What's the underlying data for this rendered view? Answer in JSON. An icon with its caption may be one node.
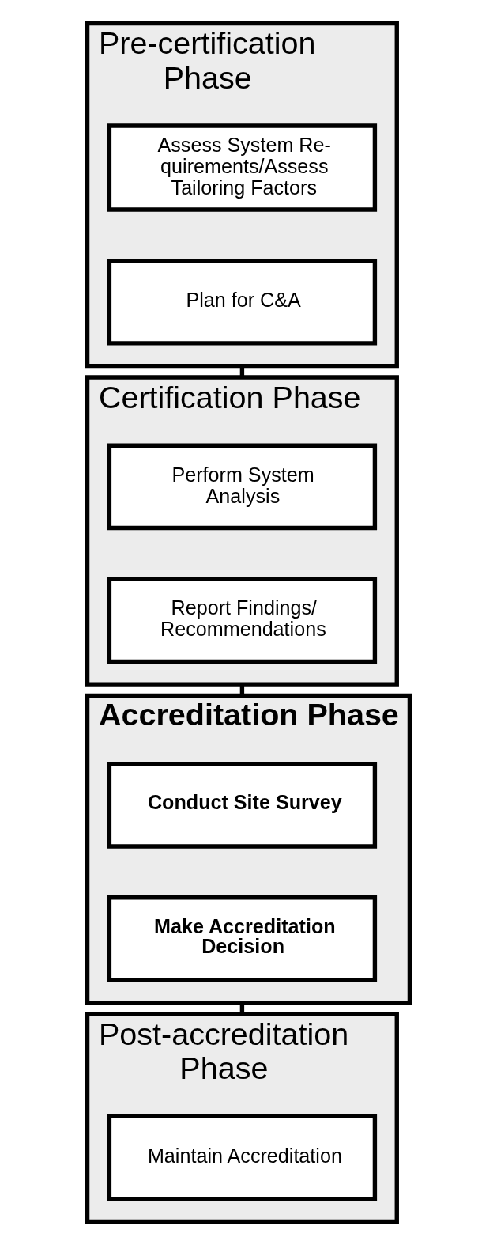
{
  "diagram": {
    "nodes": [
      {
        "text": [
          "Pre-certification Phase"
        ]
      },
      {
        "text": [
          "Assess System Re- quirements/Assess Tailoring Factors"
        ],
        "in": 0
      },
      {
        "text": [
          "Plan for C&A"
        ],
        "in": 0
      },
      {
        "text": [
          "Certification Phase"
        ]
      },
      {
        "text": [
          "Perform System Analysis"
        ],
        "in": 3
      },
      {
        "text": [
          "Report Findings/ Recommendations"
        ],
        "in": 3
      },
      {
        "text": [
          "Accreditation Phase"
        ]
      },
      {
        "text": [
          "Conduct Site Survey"
        ],
        "in": 6
      },
      {
        "text": [
          "Make Accreditation Decision"
        ],
        "in": 6
      },
      {
        "text": [
          "Post-accreditation Phase"
        ]
      },
      {
        "text": [
          "Maintain Accreditation"
        ],
        "in": 9
      }
    ],
    "edges": [
      {
        "from": 0,
        "to": 3,
        "arrow": "none"
      },
      {
        "from": 3,
        "to": 6,
        "arrow": "none"
      },
      {
        "from": 6,
        "to": 9,
        "arrow": "none"
      }
    ]
  }
}
